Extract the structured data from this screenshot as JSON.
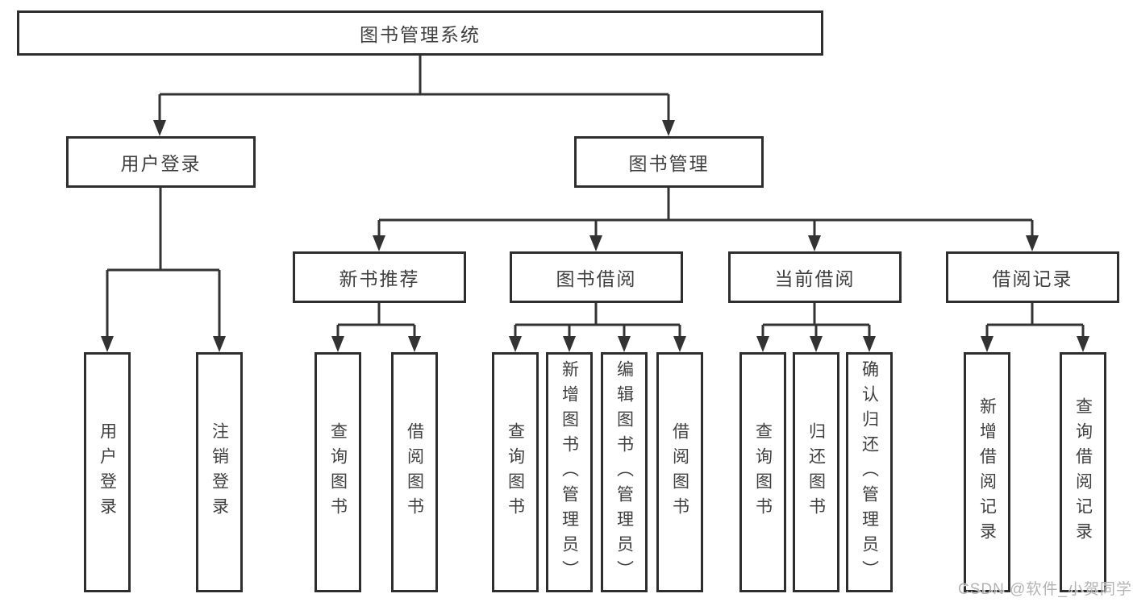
{
  "colors": {
    "background": "#ffffff",
    "line": "#333333",
    "box_border": "#2e2e2e",
    "text": "#404040",
    "watermark": "#b3b3b3"
  },
  "tree": {
    "root": {
      "label": "图书管理系统"
    },
    "branches": [
      {
        "label": "用户登录",
        "children": [
          {
            "label": "用户登录"
          },
          {
            "label": "注销登录"
          }
        ]
      },
      {
        "label": "图书管理",
        "groups": [
          {
            "label": "新书推荐",
            "children": [
              {
                "label": "查询图书"
              },
              {
                "label": "借阅图书"
              }
            ]
          },
          {
            "label": "图书借阅",
            "children": [
              {
                "label": "查询图书"
              },
              {
                "label": "新增图书（管理员）"
              },
              {
                "label": "编辑图书（管理员）"
              },
              {
                "label": "借阅图书"
              }
            ]
          },
          {
            "label": "当前借阅",
            "children": [
              {
                "label": "查询图书"
              },
              {
                "label": "归还图书"
              },
              {
                "label": "确认归还（管理员）"
              }
            ]
          },
          {
            "label": "借阅记录",
            "children": [
              {
                "label": "新增借阅记录"
              },
              {
                "label": "查询借阅记录"
              }
            ]
          }
        ]
      }
    ]
  },
  "watermark": {
    "text": "CSDN @软件_小贺同学"
  }
}
